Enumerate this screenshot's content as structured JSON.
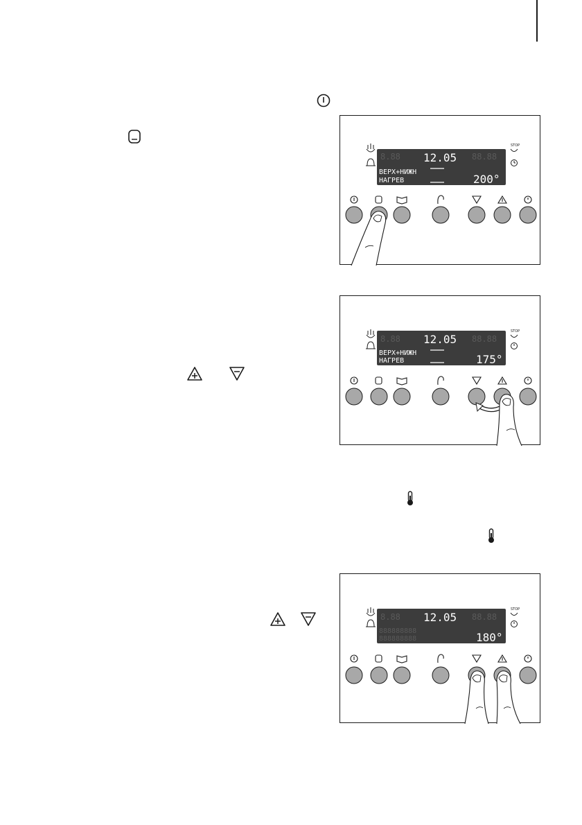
{
  "page": {
    "background": "#ffffff"
  },
  "icons": {
    "power": "power-icon",
    "mode": "mode-icon",
    "plus": "plus-icon",
    "minus": "minus-icon",
    "thermometer": "thermometer-icon",
    "book": "book-icon",
    "probe": "probe-icon",
    "clock": "clock-icon",
    "finger": "finger-icon"
  },
  "colors": {
    "button_fill": "#a8a8a8",
    "display_fill": "#3c3c3c",
    "display_text": "#ffffff",
    "line": "#1a1a1a"
  },
  "figures": [
    {
      "id": "fig1",
      "display": {
        "time": "12.05",
        "mode_line1": "ВЕРХ+НИЖН",
        "mode_line2": "НАГРЕВ",
        "temperature": "200°"
      },
      "pressed_button": "mode",
      "gesture": "single-press"
    },
    {
      "id": "fig2",
      "display": {
        "time": "12.05",
        "mode_line1": "ВЕРХ+НИЖН",
        "mode_line2": "НАГРЕВ",
        "temperature": "175°"
      },
      "pressed_button": "plus",
      "gesture": "press-arrow"
    },
    {
      "id": "fig3",
      "display": {
        "time": "12.05",
        "mode_line1": "",
        "mode_line2": "",
        "temperature": "180°"
      },
      "pressed_button": "plus-minus",
      "gesture": "two-finger-press"
    }
  ]
}
